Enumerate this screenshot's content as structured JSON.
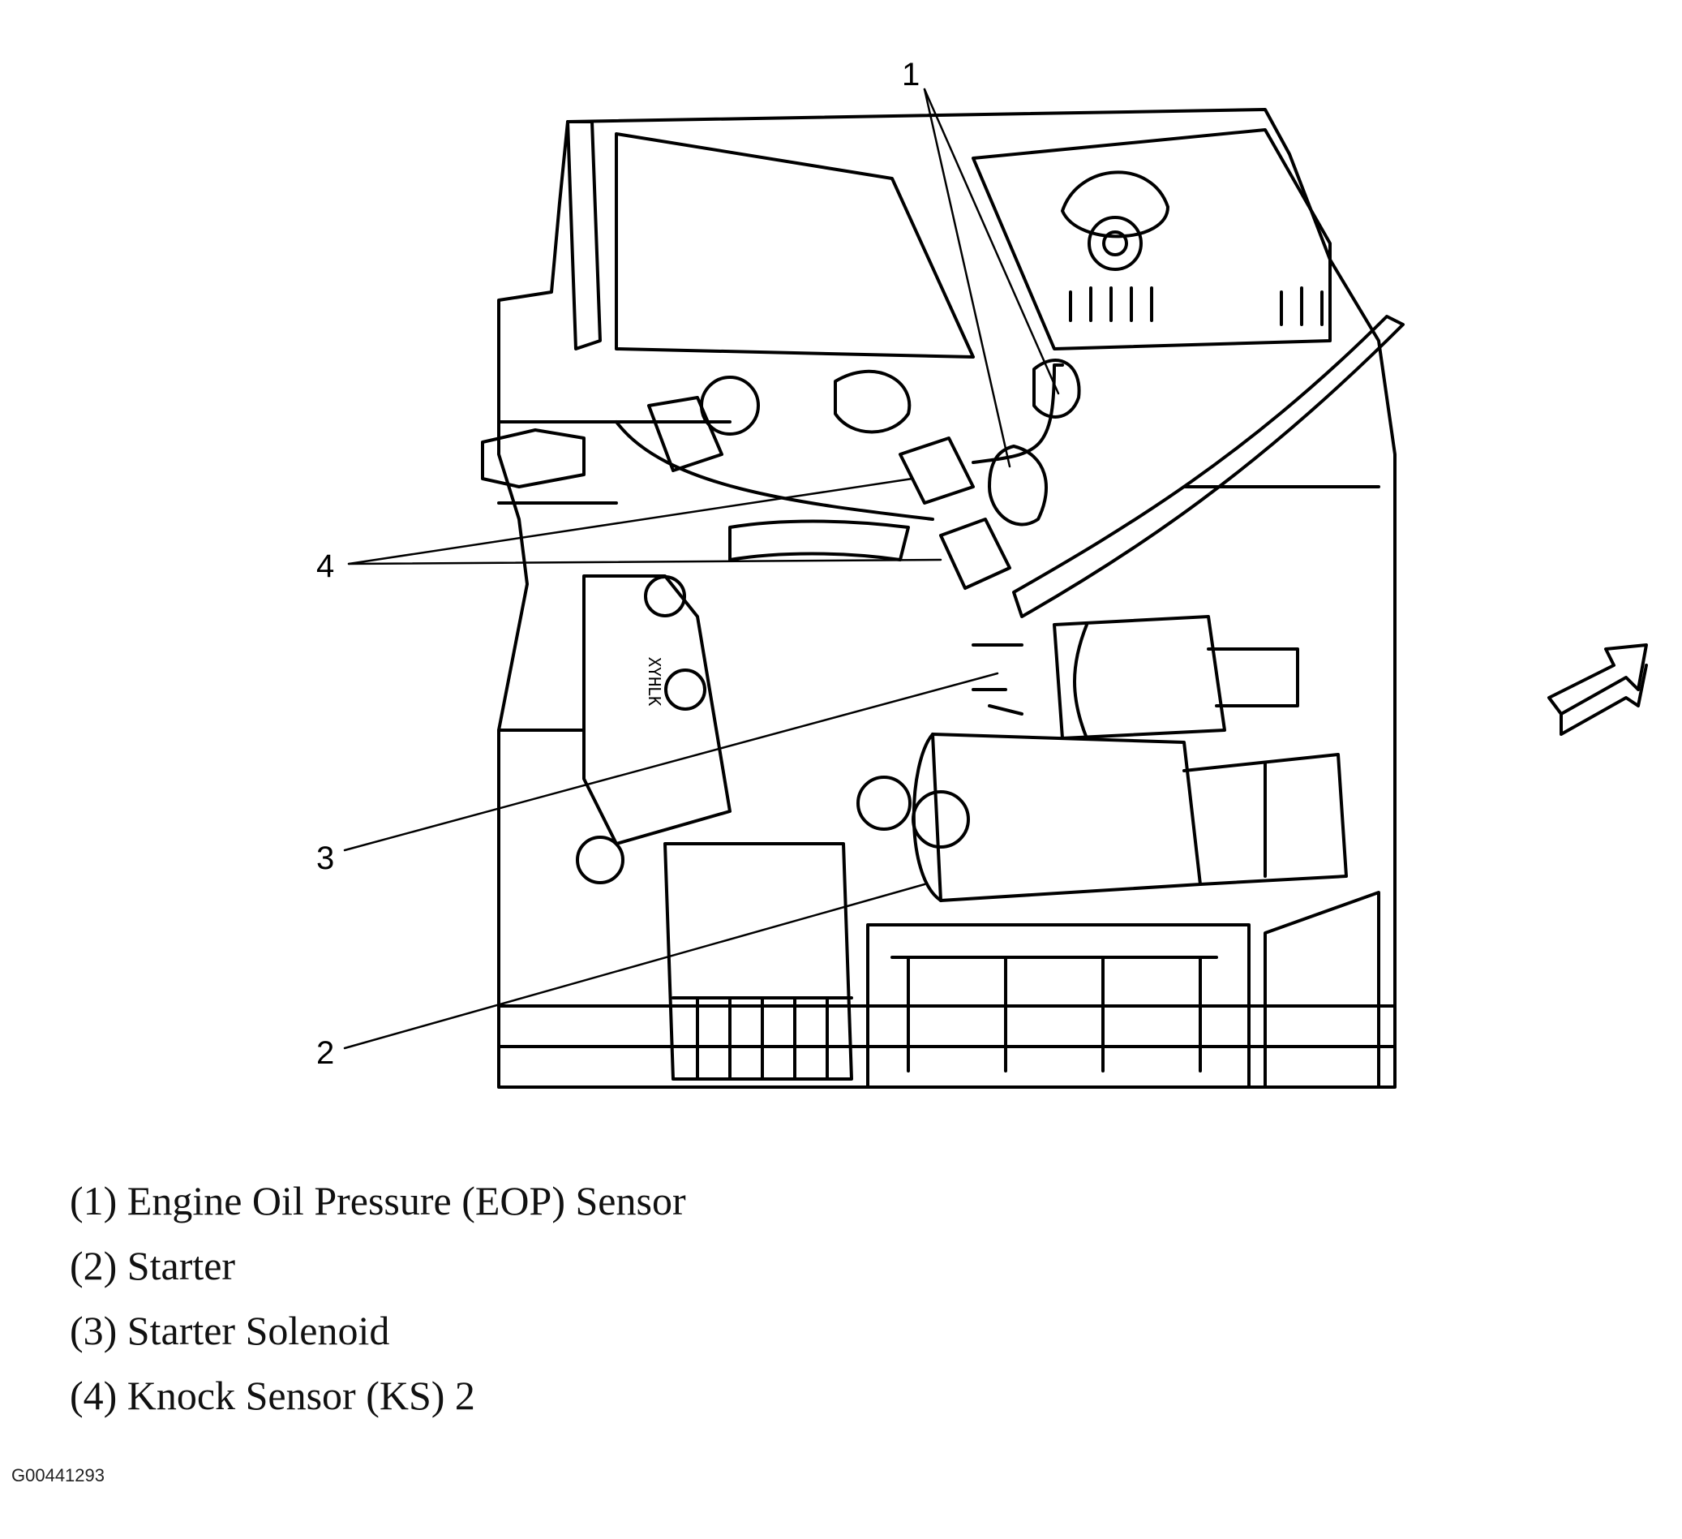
{
  "callouts": [
    "1",
    "2",
    "3",
    "4"
  ],
  "legend": [
    "(1) Engine Oil Pressure (EOP) Sensor",
    "(2) Starter",
    "(3) Starter Solenoid",
    "(4) Knock Sensor (KS) 2"
  ],
  "figure_id": "G00441293",
  "block_stamp": "XYHLK",
  "line_color": "#000000"
}
